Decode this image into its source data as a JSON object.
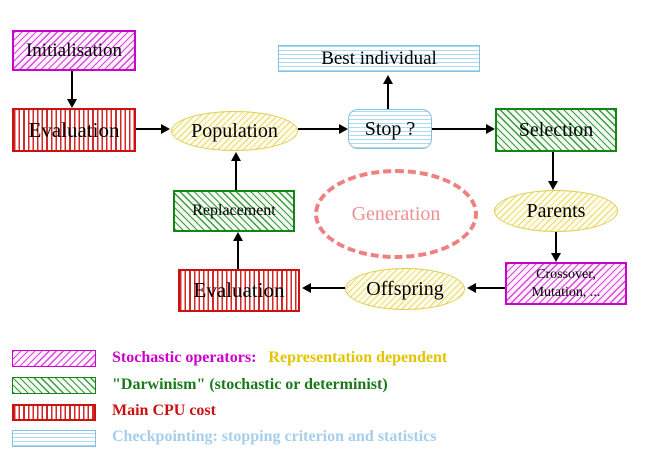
{
  "diagram": {
    "nodes": {
      "initialisation": "Initialisation",
      "evaluation_top": "Evaluation",
      "population": "Population",
      "best_individual": "Best individual",
      "stop": "Stop ?",
      "selection": "Selection",
      "replacement": "Replacement",
      "generation": "Generation",
      "parents": "Parents",
      "evaluation_bottom": "Evaluation",
      "offspring": "Offspring",
      "variation_line1": "Crossover,",
      "variation_line2": "Mutation, ..."
    },
    "legend": {
      "row1_label": "Stochastic operators:",
      "row1_value": "Representation dependent",
      "row2_label": "\"Darwinism\" (stochastic or determinist)",
      "row3_label": "Main CPU cost",
      "row4_label": "Checkpointing: stopping criterion and statistics"
    },
    "colors": {
      "magenta": "#cc00cc",
      "red": "#cc1111",
      "green": "#148514",
      "yellow_border": "#dfce52",
      "cyan_border": "#85c2e0",
      "cyan_stripe": "#a8d8ee",
      "salmon_dashed": "#ef8080",
      "generation_text": "#f09191",
      "gold_text": "#e3c400",
      "lightblue_text": "#a5cfea"
    }
  }
}
